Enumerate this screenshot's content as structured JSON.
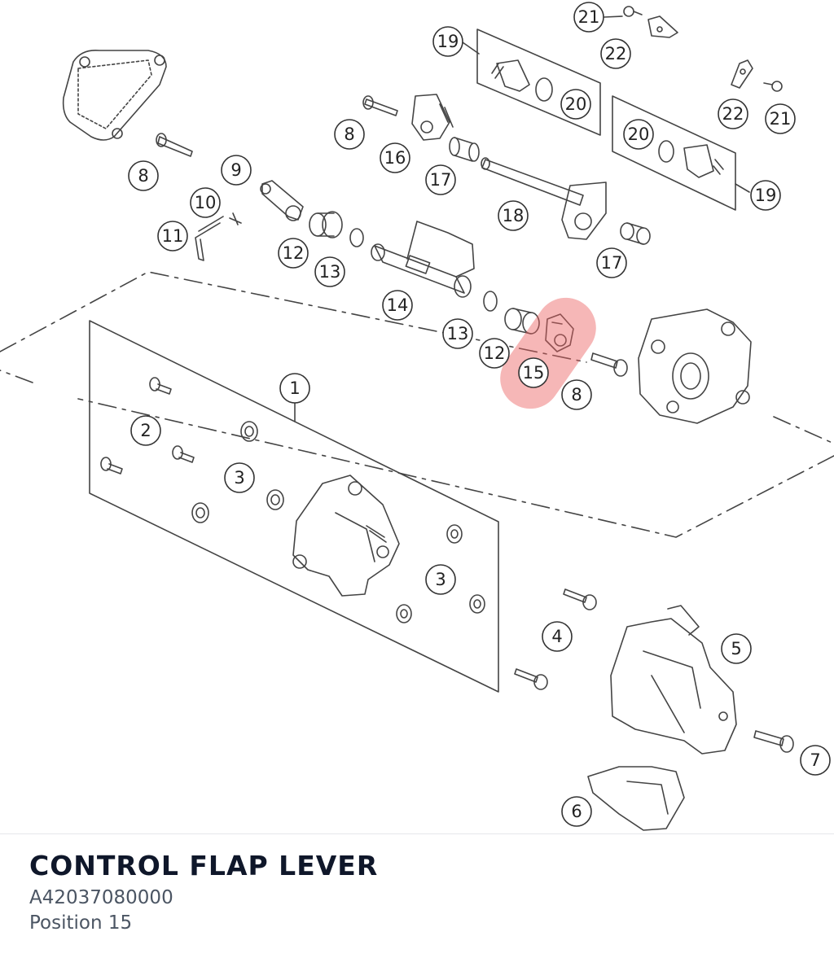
{
  "selection": {
    "title": "CONTROL FLAP LEVER",
    "part_number": "A42037080000",
    "position_text": "Position 15",
    "highlight_color": "#ec5f5f"
  },
  "diagram": {
    "line_color": "#444444",
    "callouts": {
      "c1": "1",
      "c2": "2",
      "c3a": "3",
      "c3b": "3",
      "c4": "4",
      "c5": "5",
      "c6": "6",
      "c7": "7",
      "c8a": "8",
      "c8b": "8",
      "c8c": "8",
      "c9": "9",
      "c10": "10",
      "c11": "11",
      "c12a": "12",
      "c12b": "12",
      "c13a": "13",
      "c13b": "13",
      "c14": "14",
      "c15": "15",
      "c16": "16",
      "c17a": "17",
      "c17b": "17",
      "c18": "18",
      "c19a": "19",
      "c19b": "19",
      "c20a": "20",
      "c20b": "20",
      "c21a": "21",
      "c21b": "21",
      "c22a": "22",
      "c22b": "22"
    }
  }
}
